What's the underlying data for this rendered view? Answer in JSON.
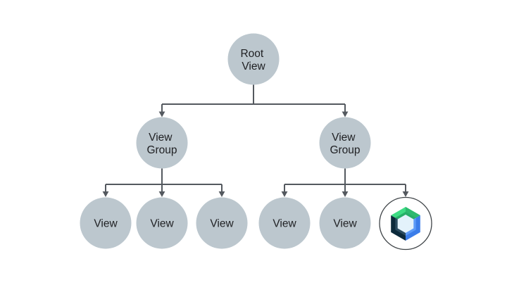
{
  "diagram": {
    "description": "Android view hierarchy tree diagram with Jetpack Compose logo leaf node",
    "colors": {
      "background": "#FFFFFF",
      "node_fill": "#BCC7CE",
      "connector": "#54595F",
      "text": "#202124",
      "compose_green_light": "#3EDC84",
      "compose_green_mid": "#2DB96F",
      "compose_green_dark": "#27AE68",
      "compose_blue": "#3B7DE9",
      "compose_blue_light": "#5C9BF8",
      "compose_navy": "#0C2A3B",
      "compose_navy_light": "#2B4C60",
      "compose_hex_center": "#E3F2FB",
      "compose_ring_stroke": "#3E4347"
    },
    "nodes": {
      "root": {
        "line1": "Root",
        "line2": "View"
      },
      "group_left": {
        "line1": "View",
        "line2": "Group"
      },
      "group_right": {
        "line1": "View",
        "line2": "Group"
      },
      "leaves_left": [
        "View",
        "View",
        "View"
      ],
      "leaves_right": [
        "View",
        "View"
      ],
      "compose_icon": "jetpack-compose-logo"
    }
  }
}
